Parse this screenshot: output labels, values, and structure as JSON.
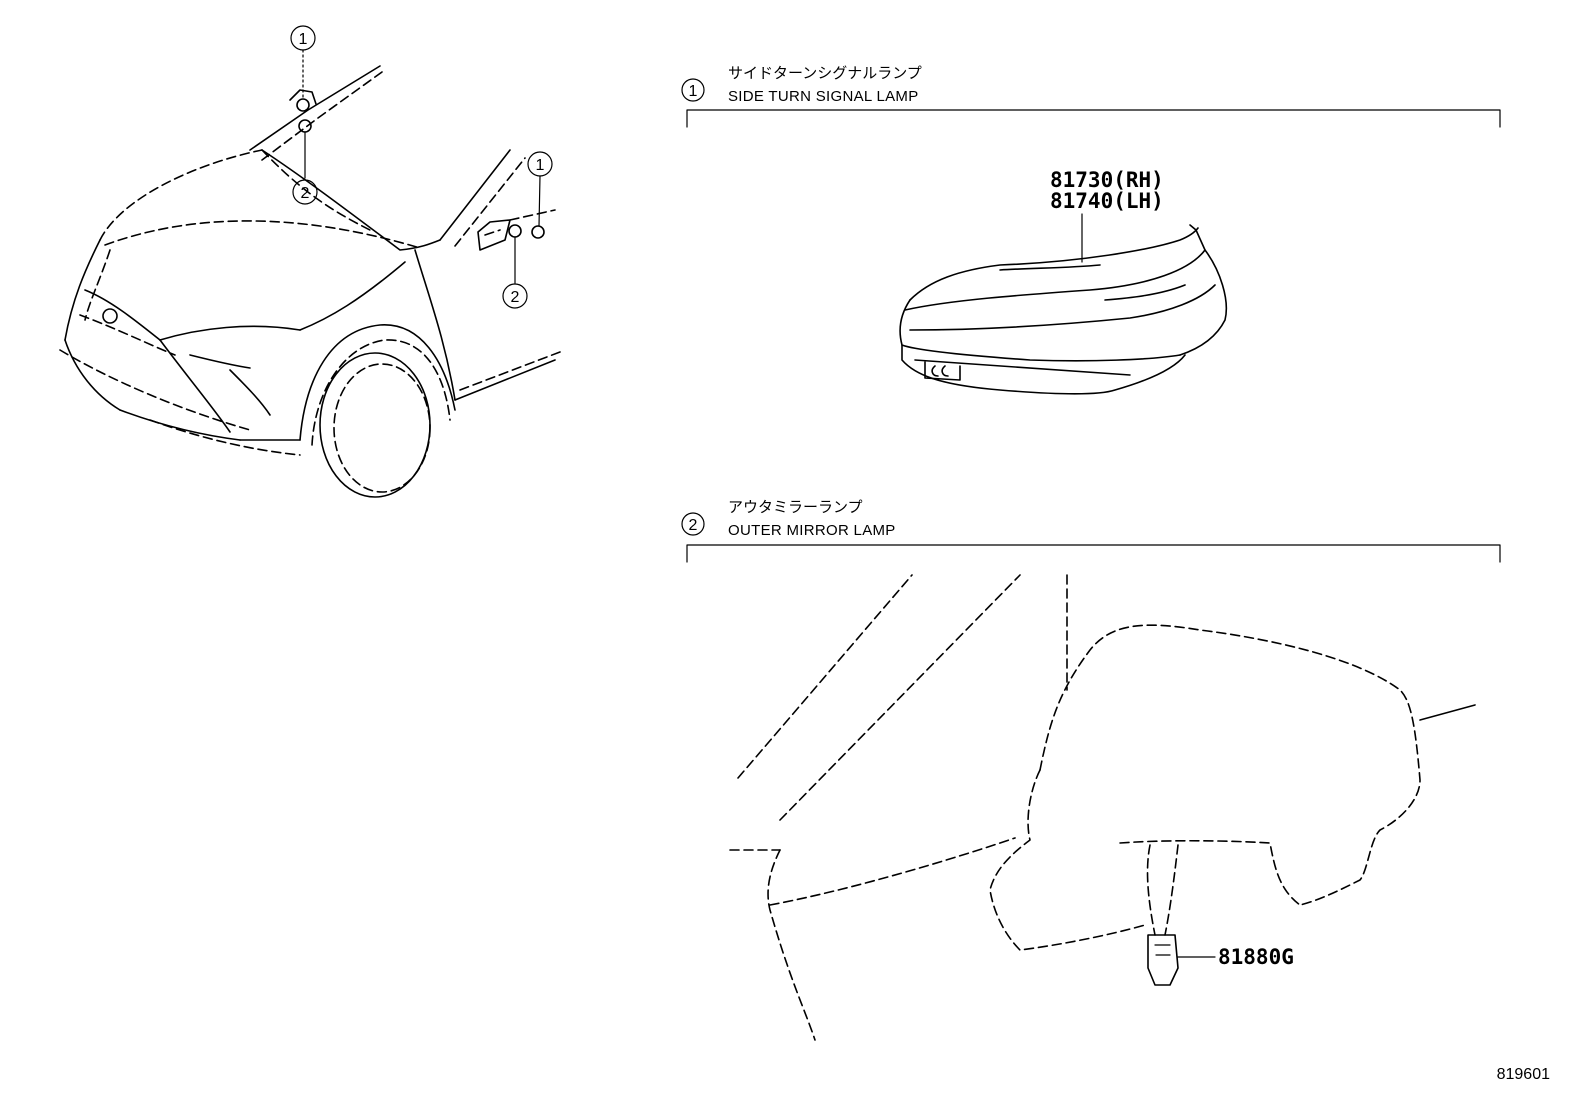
{
  "callouts": {
    "c1_label": "1",
    "c2_label": "2"
  },
  "sections": [
    {
      "number": "1",
      "title_jp": "サイドターンシグナルランプ",
      "title_en": "SIDE TURN SIGNAL LAMP",
      "parts": [
        "81730(RH)",
        "81740(LH)"
      ]
    },
    {
      "number": "2",
      "title_jp": "アウタミラーランプ",
      "title_en": "OUTER MIRROR LAMP",
      "parts": [
        "81880G"
      ]
    }
  ],
  "figure_id": "819601"
}
